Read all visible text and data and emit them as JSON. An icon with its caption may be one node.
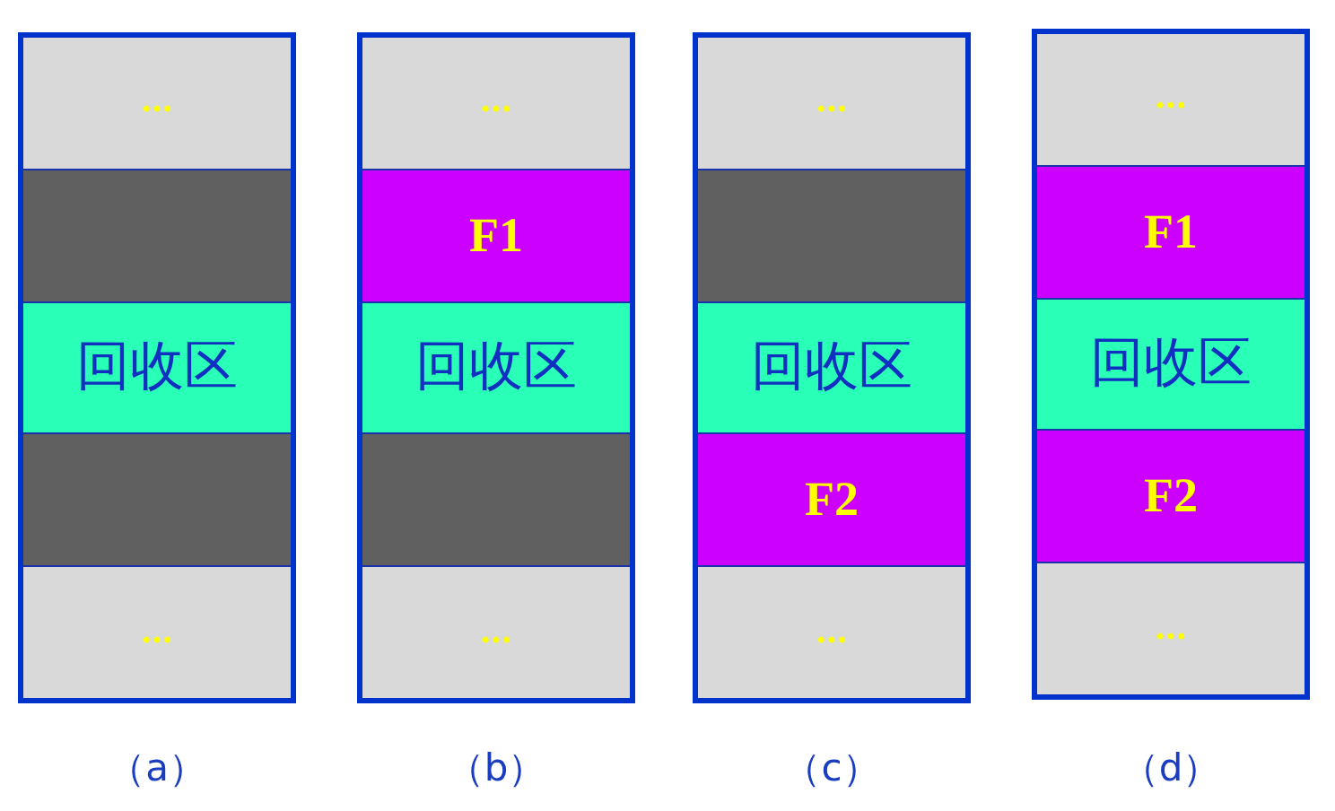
{
  "diagram": {
    "nodes": [
      {
        "text": [],
        "shape": "box",
        "beside": [
          "（a）"
        ]
      },
      {
        "text": [
          "…"
        ],
        "in": 0
      },
      {
        "text": [],
        "shape": "bar",
        "in": 0
      },
      {
        "text": [
          "回收区"
        ],
        "in": 0
      },
      {
        "text": [],
        "shape": "bar",
        "in": 0
      },
      {
        "text": [
          "…"
        ],
        "in": 0
      },
      {
        "text": [],
        "shape": "box",
        "beside": [
          "（b）"
        ]
      },
      {
        "text": [
          "…"
        ],
        "in": 6
      },
      {
        "text": [
          "F1"
        ],
        "in": 6
      },
      {
        "text": [
          "回收区"
        ],
        "in": 6
      },
      {
        "text": [],
        "shape": "bar",
        "in": 6
      },
      {
        "text": [
          "…"
        ],
        "in": 6
      },
      {
        "text": [],
        "shape": "box",
        "beside": [
          "（c）"
        ]
      },
      {
        "text": [
          "…"
        ],
        "in": 12
      },
      {
        "text": [],
        "shape": "bar",
        "in": 12
      },
      {
        "text": [
          "回收区"
        ],
        "in": 12
      },
      {
        "text": [
          "F2"
        ],
        "in": 12
      },
      {
        "text": [
          "…"
        ],
        "in": 12
      },
      {
        "text": [],
        "shape": "box",
        "beside": [
          "（d）"
        ]
      },
      {
        "text": [
          "…"
        ],
        "in": 18
      },
      {
        "text": [
          "F1"
        ],
        "in": 18
      },
      {
        "text": [
          "回收区"
        ],
        "in": 18
      },
      {
        "text": [
          "F2"
        ],
        "in": 18
      },
      {
        "text": [
          "…"
        ],
        "in": 18
      }
    ]
  }
}
